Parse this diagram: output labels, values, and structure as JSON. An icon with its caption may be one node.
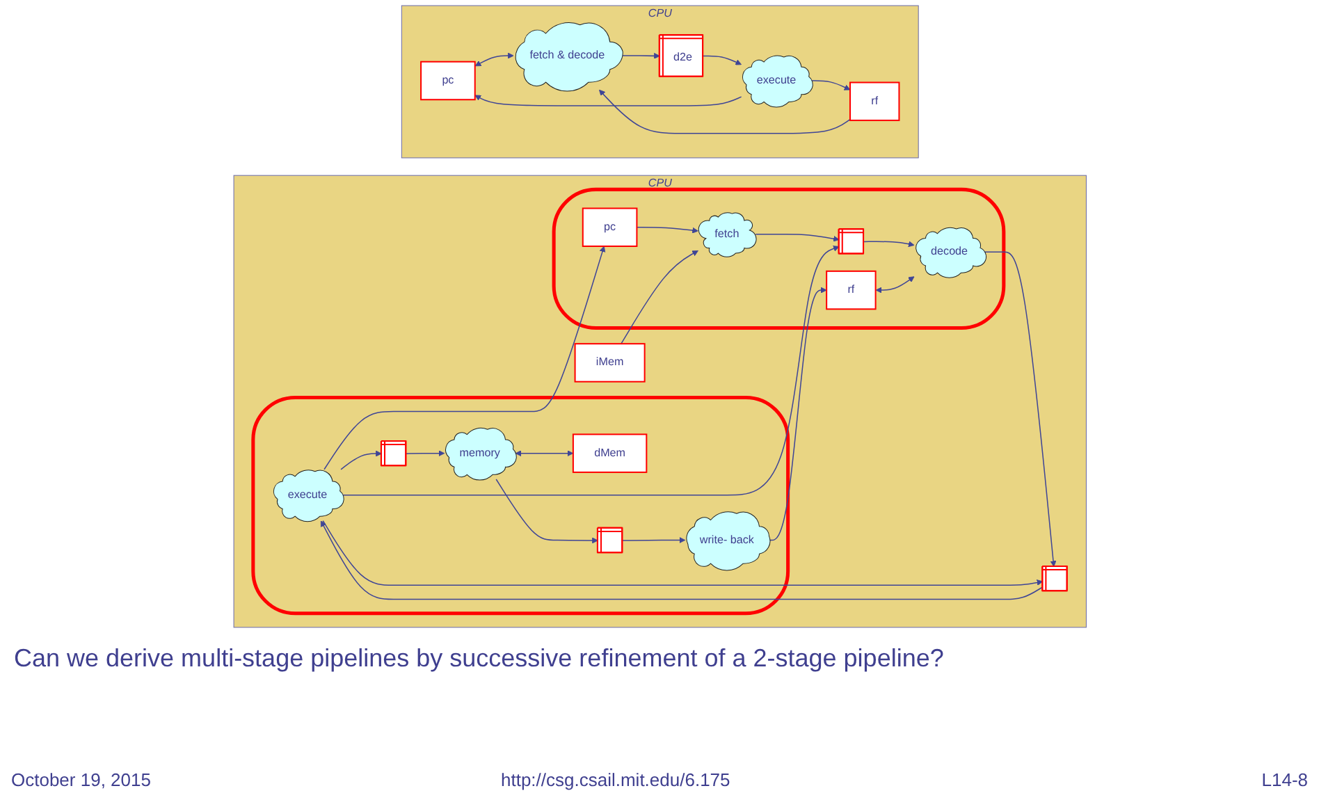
{
  "diagram": {
    "nodes": [
      {
        "text": [
          "CPU"
        ]
      },
      {
        "text": [],
        "shape": "ellipse",
        "in": 0
      },
      {
        "text": [
          "pc"
        ],
        "in": 1
      },
      {
        "text": [
          "rf"
        ],
        "in": 1
      },
      {
        "text": [
          "fetch"
        ],
        "in": 1
      },
      {
        "text": [],
        "shape": "queue",
        "in": 1
      },
      {
        "text": [
          "decode"
        ],
        "in": 1
      },
      {
        "text": [],
        "shape": "queue",
        "in": 0
      },
      {
        "text": [],
        "shape": "ellipse",
        "in": 0
      },
      {
        "text": [
          "execute"
        ],
        "in": 8
      },
      {
        "text": [],
        "shape": "queue",
        "in": 8
      },
      {
        "text": [
          "memory"
        ],
        "in": 8
      },
      {
        "text": [],
        "shape": "queue",
        "in": 8
      },
      {
        "text": [
          "write- back"
        ],
        "in": 8
      },
      {
        "text": [
          "iMem"
        ],
        "in": 0
      },
      {
        "text": [
          "dMem"
        ],
        "in": 8
      },
      {
        "text": [
          "CPU"
        ]
      },
      {
        "text": [
          "pc"
        ],
        "in": 16
      },
      {
        "text": [
          "rf"
        ],
        "in": 16
      },
      {
        "text": [
          "fetch & decode"
        ],
        "in": 16
      },
      {
        "text": [
          "d2e"
        ],
        "in": 16
      },
      {
        "text": [
          "execute"
        ],
        "in": 16
      }
    ],
    "edges": [
      {
        "from": 2,
        "to": 4,
        "arrow": "to"
      },
      {
        "from": 14,
        "to": 4,
        "arrow": "to"
      },
      {
        "from": 4,
        "to": 5,
        "arrow": "to"
      },
      {
        "from": 5,
        "to": 6,
        "arrow": "to"
      },
      {
        "from": 3,
        "to": 6,
        "arrow": "both"
      },
      {
        "from": 6,
        "to": 7,
        "arrow": "to"
      },
      {
        "from": 7,
        "to": 9,
        "arrow": "to"
      },
      {
        "from": 9,
        "to": 10,
        "arrow": "to"
      },
      {
        "from": 10,
        "to": 11,
        "arrow": "to"
      },
      {
        "from": 11,
        "to": 15,
        "arrow": "both"
      },
      {
        "from": 11,
        "to": 12,
        "arrow": "to"
      },
      {
        "from": 12,
        "to": 13,
        "arrow": "to"
      },
      {
        "from": 13,
        "to": 3,
        "arrow": "to"
      },
      {
        "from": 9,
        "to": 2,
        "arrow": "to"
      },
      {
        "from": 9,
        "to": 5,
        "arrow": "to"
      },
      {
        "from": 9,
        "to": 7,
        "arrow": "to"
      },
      {
        "from": 17,
        "to": 19,
        "arrow": "both"
      },
      {
        "from": 18,
        "to": 19,
        "arrow": "to"
      },
      {
        "from": 19,
        "to": 20,
        "arrow": "to"
      },
      {
        "from": 20,
        "to": 21,
        "arrow": "to"
      },
      {
        "from": 21,
        "to": 17,
        "arrow": "to"
      },
      {
        "from": 21,
        "to": 18,
        "arrow": "to"
      }
    ],
    "labels": [
      "Can we derive multi-stage pipelines by successive refinement of a 2-stage pipeline?",
      "October 19, 2015",
      "http://csg.csail.mit.edu/6.175",
      "L14-8"
    ]
  }
}
